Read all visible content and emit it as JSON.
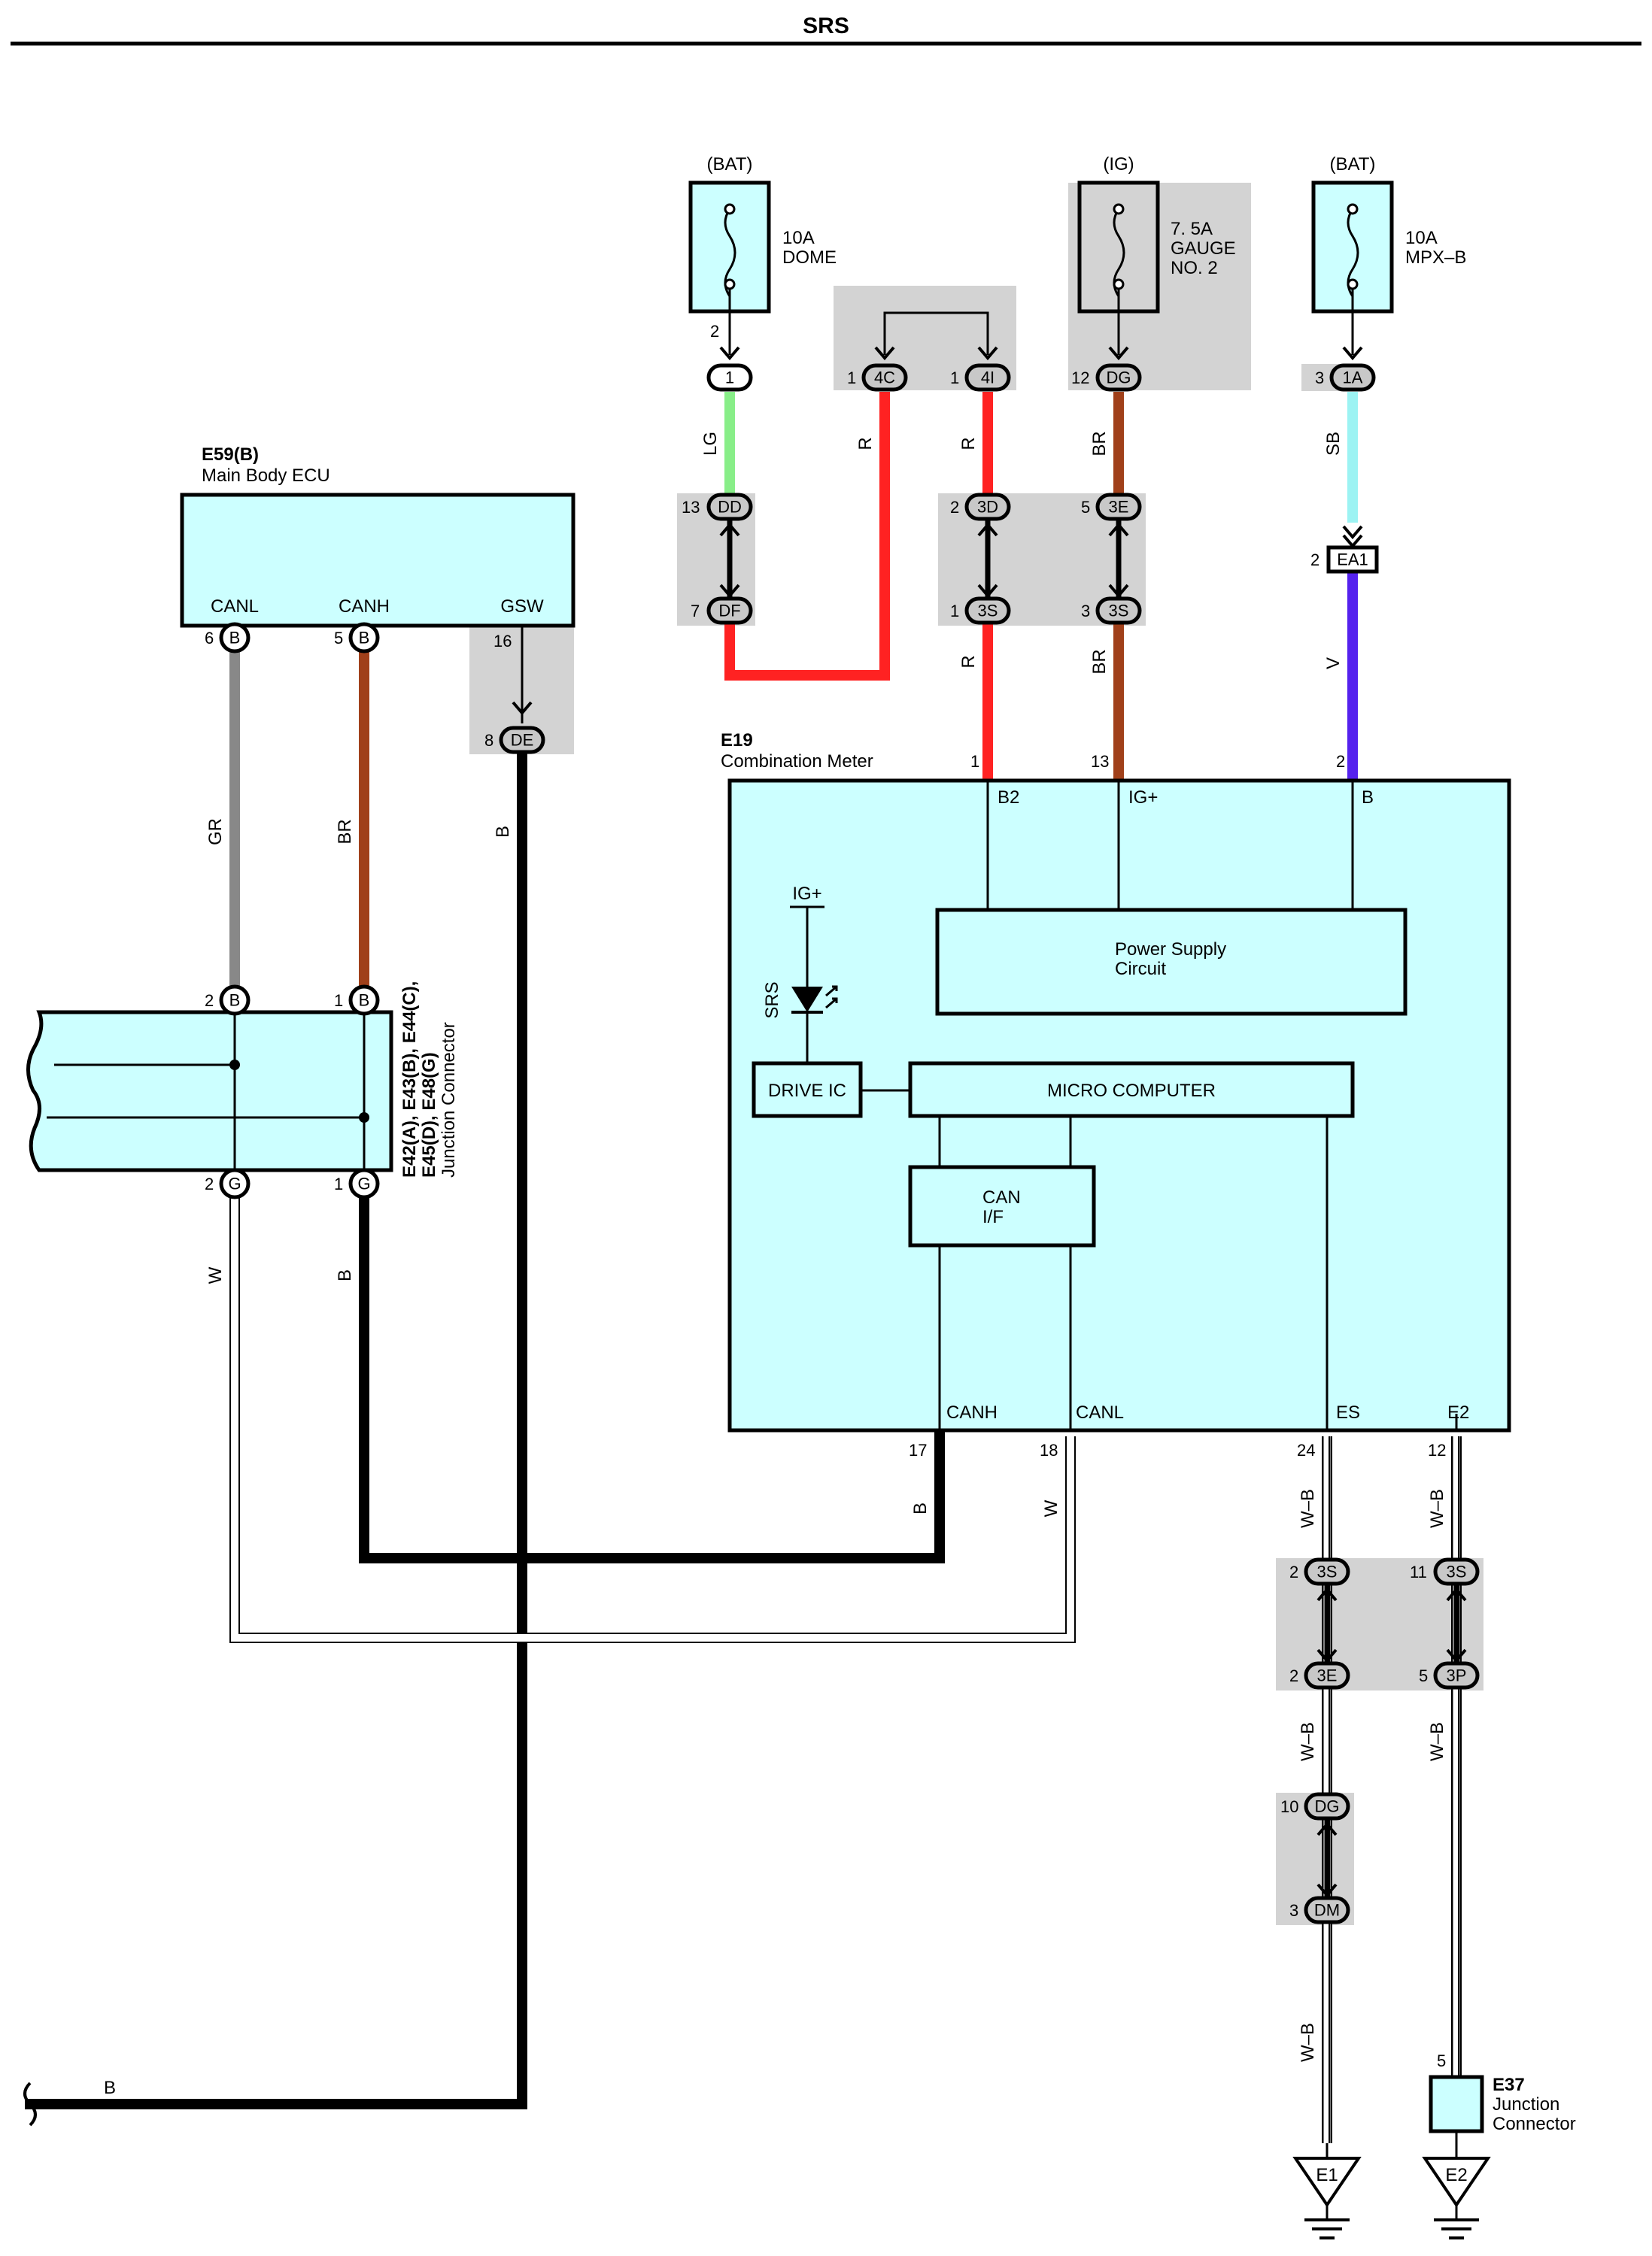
{
  "title": "SRS",
  "colors": {
    "ecu_fill": "#ccffff",
    "shade": "#d3d3d3",
    "LG": "#88ee88",
    "R": "#ff2222",
    "BR": "#a0401a",
    "SB": "#9cf3f3",
    "V": "#5522ee",
    "GR": "#888888",
    "B": "#000000",
    "W": "#ffffff"
  },
  "power_sources": {
    "dome": {
      "source": "(BAT)",
      "rating": "10A",
      "name": "DOME",
      "pin": "2"
    },
    "gauge": {
      "source": "(IG)",
      "rating": "7. 5A",
      "name": "GAUGE",
      "name2": "NO. 2"
    },
    "mpx": {
      "source": "(BAT)",
      "rating": "10A",
      "name": "MPX–B"
    }
  },
  "connectors": {
    "c1": {
      "label": "1",
      "pin": ""
    },
    "c4c": {
      "label": "4C",
      "pin": "1"
    },
    "c4i": {
      "label": "4I",
      "pin": "1"
    },
    "cdg_top": {
      "label": "DG",
      "pin": "12"
    },
    "c1a": {
      "label": "1A",
      "pin": "3"
    },
    "cdd": {
      "label": "DD",
      "pin": "13"
    },
    "cdf": {
      "label": "DF",
      "pin": "7"
    },
    "c3d": {
      "label": "3D",
      "pin": "2"
    },
    "c3s_a": {
      "label": "3S",
      "pin": "1"
    },
    "c3e_top": {
      "label": "3E",
      "pin": "5"
    },
    "c3s_b": {
      "label": "3S",
      "pin": "3"
    },
    "cea1": {
      "label": "EA1",
      "pin": "2"
    },
    "cde": {
      "label": "DE",
      "pin": "8"
    },
    "c3s_c": {
      "label": "3S",
      "pin": "2"
    },
    "c3s_d": {
      "label": "3S",
      "pin": "11"
    },
    "c3e_bot": {
      "label": "3E",
      "pin": "2"
    },
    "c3p": {
      "label": "3P",
      "pin": "5"
    },
    "cdg_bot": {
      "label": "DG",
      "pin": "10"
    },
    "cdm": {
      "label": "DM",
      "pin": "3"
    }
  },
  "wire_labels": {
    "lg": "LG",
    "r1": "R",
    "r2": "R",
    "r3": "R",
    "br1": "BR",
    "br2": "BR",
    "sb": "SB",
    "v": "V",
    "gr": "GR",
    "br3": "BR",
    "b1": "B",
    "w1": "W",
    "b2": "B",
    "b3": "B",
    "w2": "W",
    "wb1": "W–B",
    "wb2": "W–B",
    "wb3": "W–B",
    "wb4": "W–B",
    "wb5": "W–B",
    "b4": "B"
  },
  "main_body_ecu": {
    "code": "E59(B)",
    "name": "Main Body ECU",
    "terminals": [
      {
        "label": "CANL",
        "pin": "6",
        "conn": "B"
      },
      {
        "label": "CANH",
        "pin": "5",
        "conn": "B"
      },
      {
        "label": "GSW",
        "pin": "16"
      }
    ]
  },
  "junction_connector": {
    "codes1": "E42(A), E43(B), E44(C),",
    "codes2": "E45(D), E48(G)",
    "name": "Junction Connector",
    "top_pins": [
      {
        "pin": "2",
        "conn": "B"
      },
      {
        "pin": "1",
        "conn": "B"
      }
    ],
    "bottom_pins": [
      {
        "pin": "2",
        "conn": "G"
      },
      {
        "pin": "1",
        "conn": "G"
      }
    ]
  },
  "combination_meter": {
    "code": "E19",
    "name": "Combination Meter",
    "top_terminals": [
      {
        "label": "B2",
        "pin": "1"
      },
      {
        "label": "IG+",
        "pin": "13"
      },
      {
        "label": "B",
        "pin": "2"
      }
    ],
    "bottom_terminals": [
      {
        "label": "CANH",
        "pin": "17"
      },
      {
        "label": "CANL",
        "pin": "18"
      },
      {
        "label": "ES",
        "pin": "24"
      },
      {
        "label": "E2",
        "pin": "12"
      }
    ],
    "ig_label": "IG+",
    "srs_label": "SRS",
    "power_supply": "Power Supply",
    "power_supply2": "Circuit",
    "drive_ic": "DRIVE IC",
    "micro": "MICRO COMPUTER",
    "can_if": "CAN",
    "can_if2": "I/F"
  },
  "e37": {
    "code": "E37",
    "name": "Junction",
    "name2": "Connector",
    "pin": "5"
  },
  "grounds": {
    "e1": "E1",
    "e2": "E2"
  }
}
